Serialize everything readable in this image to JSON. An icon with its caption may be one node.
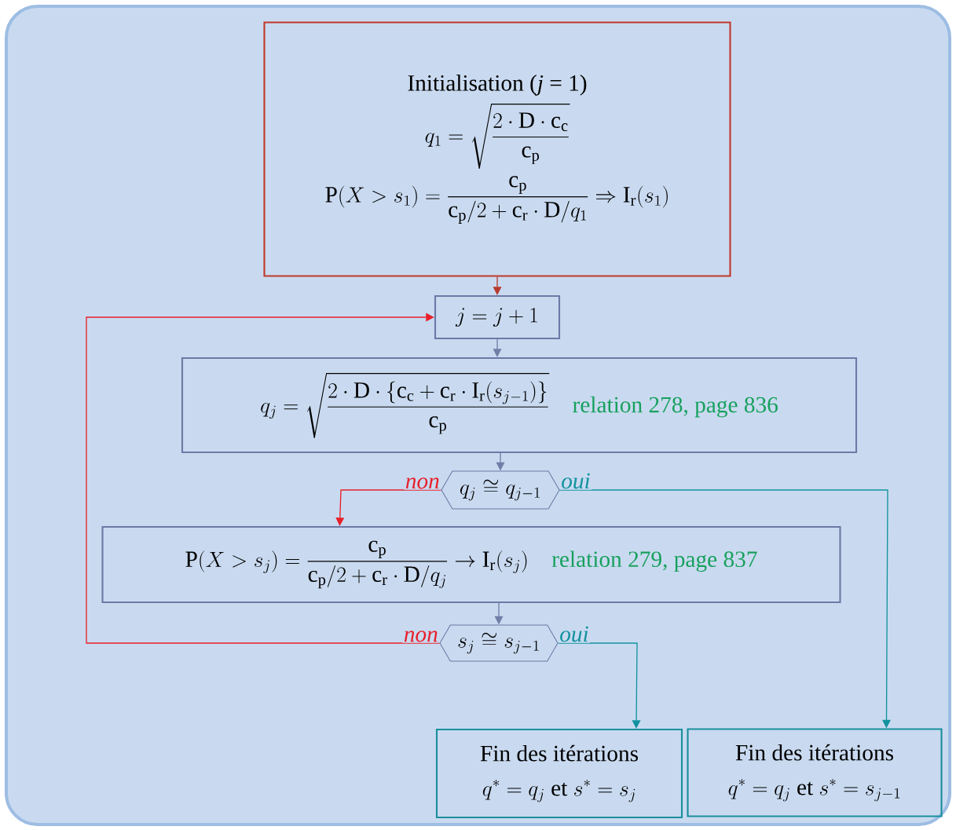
{
  "diagram": {
    "nodes": [
      {
        "text": [
          "Initialisation (*j* = 1)",
          "q_1 = \\sqrt{\\frac{2\\cdot\\mathrm{D}\\cdot\\mathrm{c_c}}{\\mathrm{c_p}}}",
          "\\mathrm{P}(X > s_1) = \\frac{\\mathrm{c_p}}{\\mathrm{c_p}/2+\\mathrm{c_r}\\cdot\\mathrm{D}/q_1} \\Rightarrow \\mathrm{I_r}(s_1)"
        ]
      },
      {
        "text": [
          "j = j + 1"
        ]
      },
      {
        "text": [
          "q_j = \\sqrt{\\frac{2\\cdot\\mathrm{D}\\cdot\\{\\mathrm{c_c}+\\mathrm{c_r}\\cdot\\mathrm{I_r}(s_{j-1})\\}}{\\mathrm{c_p}}}",
          "relation 278, page 836"
        ]
      },
      {
        "text": [
          "q_j \\cong q_{j-1}"
        ]
      },
      {
        "text": [
          "\\mathrm{P}(X > s_j) = \\frac{\\mathrm{c_p}}{\\mathrm{c_p}/2+\\mathrm{c_r}\\cdot\\mathrm{D}/q_j} \\rightarrow \\mathrm{I_r}(s_j)",
          "relation 279, page 837"
        ]
      },
      {
        "text": [
          "s_j \\cong s_{j-1}"
        ]
      },
      {
        "text": [
          "Fin des itérations",
          "q^* = q_j \\text{ et } s^* = s_j"
        ]
      },
      {
        "text": [
          "Fin des itérations",
          "q^* = q_j \\text{ et } s^* = s_{j-1}"
        ]
      }
    ],
    "edges": [
      {
        "from": 0,
        "to": 1,
        "arrow": "to",
        "color": "#b83a2e"
      },
      {
        "from": 1,
        "to": 2,
        "arrow": "to"
      },
      {
        "from": 2,
        "to": 3,
        "arrow": "to"
      },
      {
        "from": 3,
        "to": 4,
        "arrow": "to",
        "label": "non",
        "color": "#e8202a"
      },
      {
        "from": 3,
        "to": 7,
        "arrow": "to",
        "label": "oui",
        "color": "#12929e"
      },
      {
        "from": 4,
        "to": 5,
        "arrow": "to"
      },
      {
        "from": 5,
        "to": 1,
        "arrow": "to",
        "label": "non",
        "color": "#e8202a"
      },
      {
        "from": 5,
        "to": 6,
        "arrow": "to",
        "label": "oui",
        "color": "#12929e"
      }
    ]
  }
}
